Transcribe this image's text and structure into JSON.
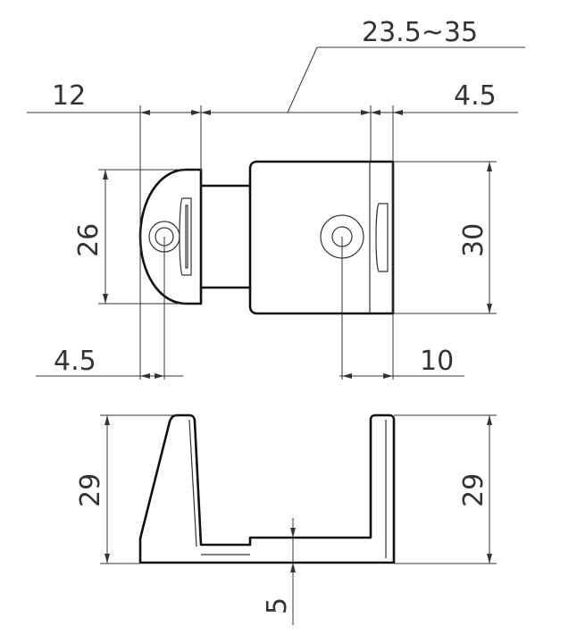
{
  "drawing": {
    "line_color": "#111111",
    "dimension_color": "#333333",
    "background": "#ffffff"
  },
  "dimensions": {
    "span_range": "23.5~35",
    "left_cap_width": "12",
    "right_flange_width": "4.5",
    "left_cap_height": "26",
    "body_height": "30",
    "left_hole_offset": "4.5",
    "right_hole_offset": "10",
    "left_wall_height": "29",
    "right_wall_height": "29",
    "base_thickness": "5"
  }
}
